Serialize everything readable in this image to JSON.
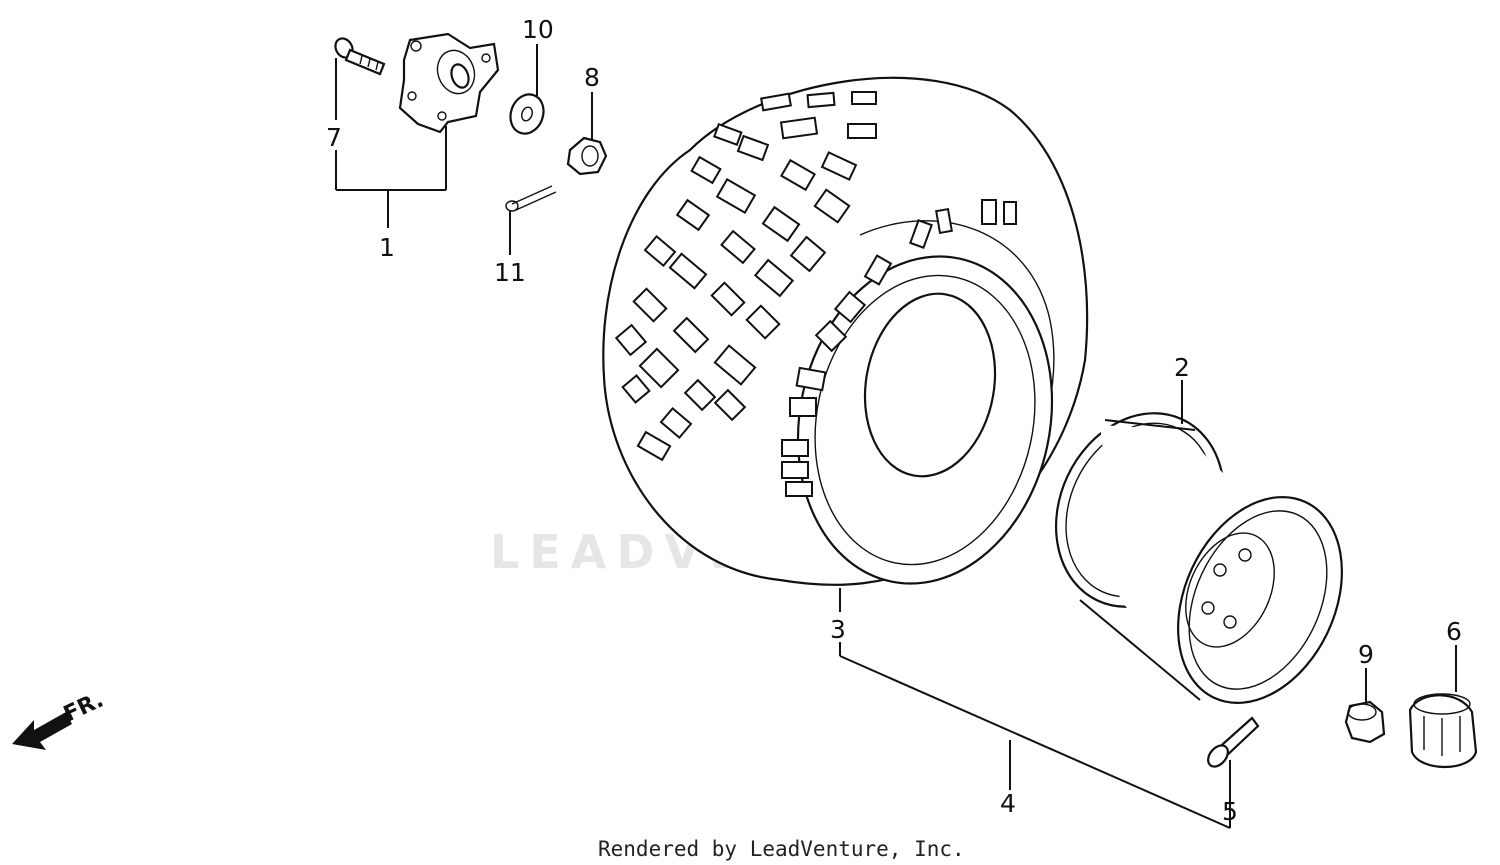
{
  "watermark": "LEADVENTURE",
  "footer": "Rendered by LeadVenture, Inc.",
  "direction_label": "FR.",
  "callouts": {
    "c1": "1",
    "c2": "2",
    "c3": "3",
    "c4": "4",
    "c5": "5",
    "c6": "6",
    "c7": "7",
    "c8": "8",
    "c9": "9",
    "c10": "10",
    "c11": "11"
  }
}
